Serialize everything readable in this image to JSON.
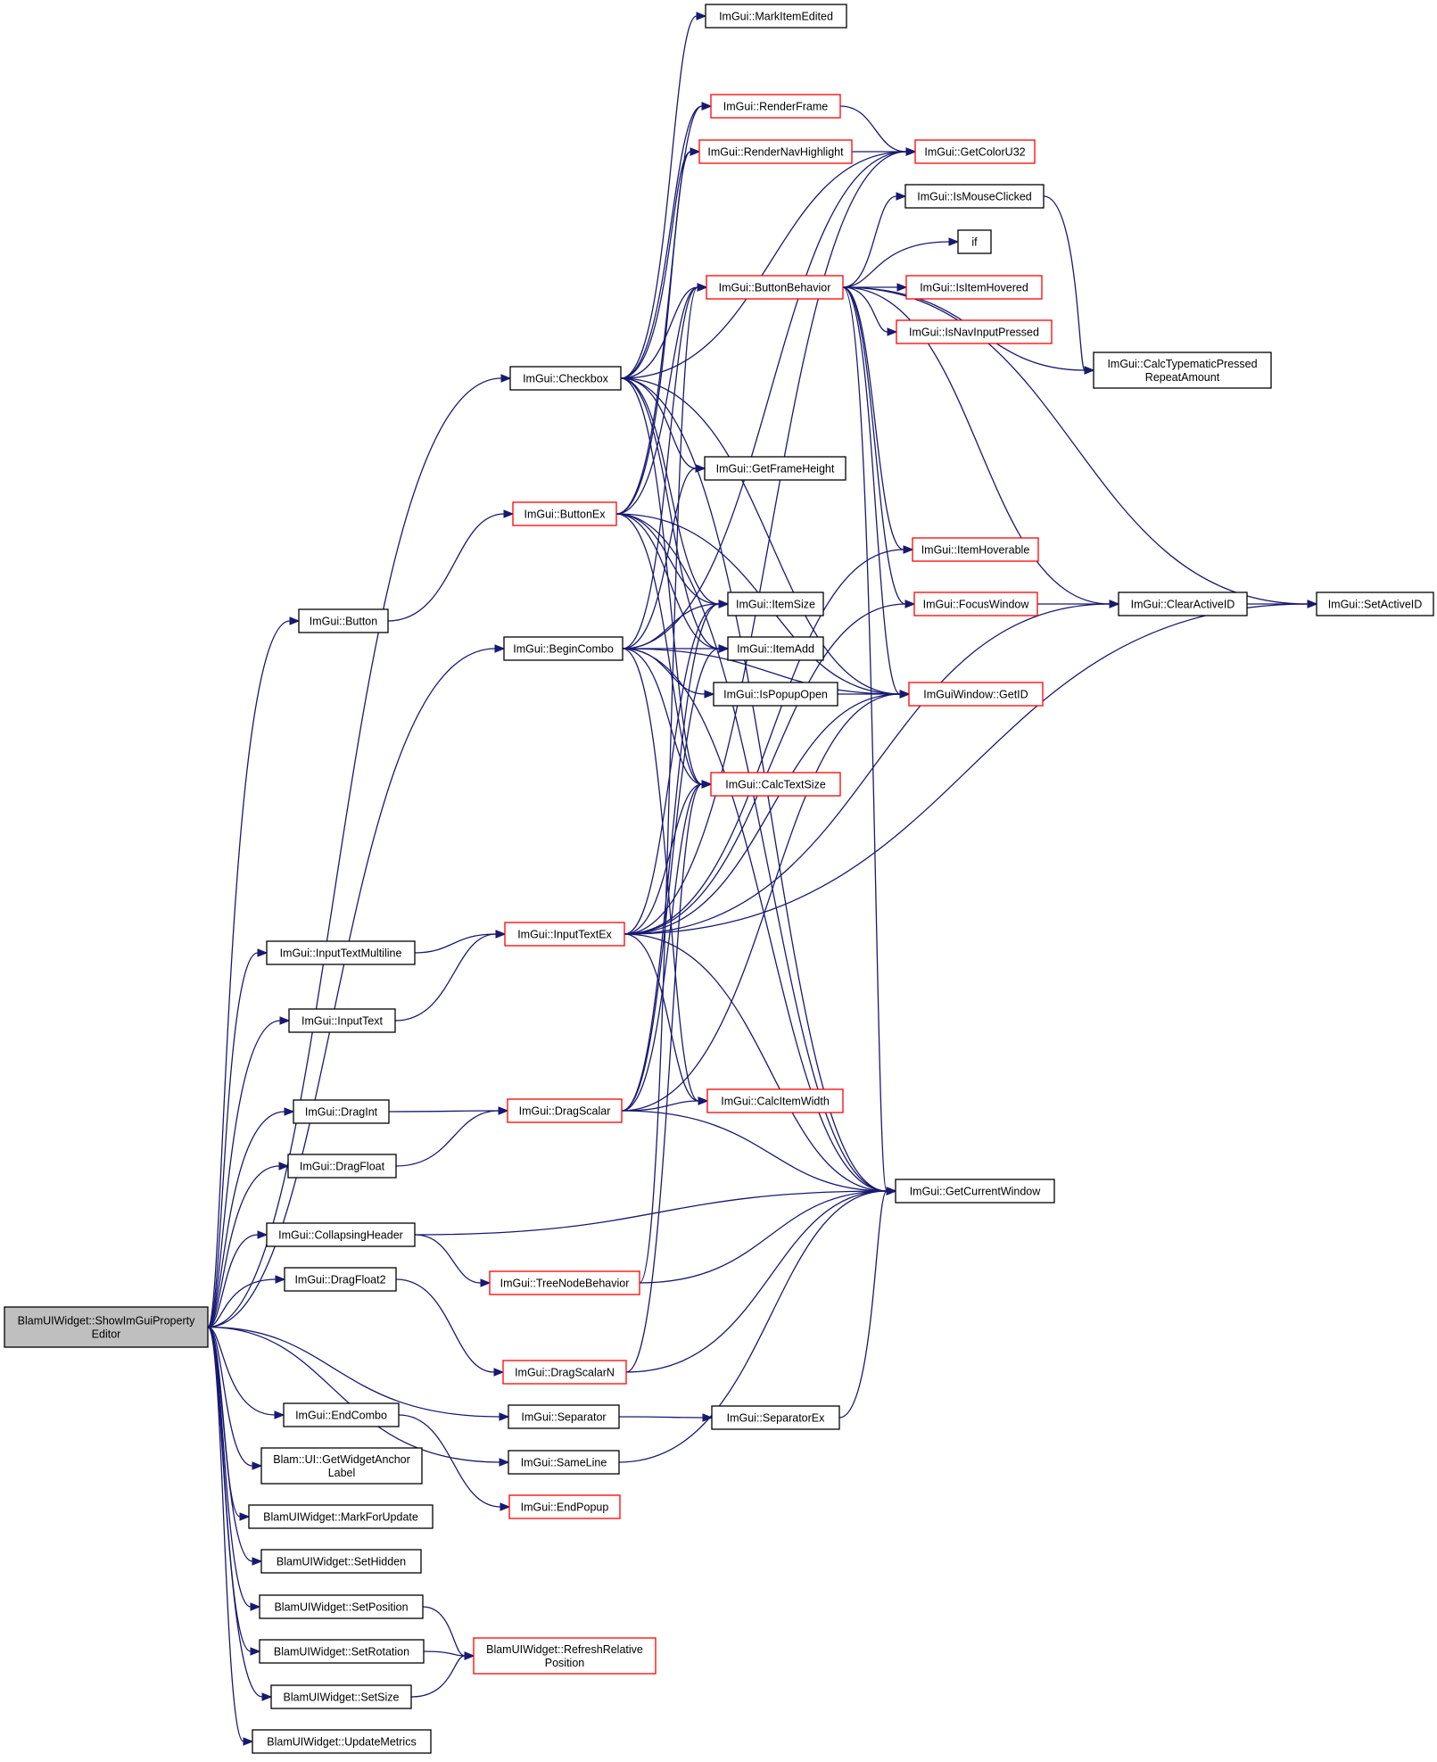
{
  "colors": {
    "edge": "#191970",
    "root_fill": "#bfbfbf",
    "node_fill": "#ffffff",
    "plain_border": "#000000",
    "expandable_border": "#ff0000"
  },
  "nodes": [
    {
      "id": "root",
      "lines": [
        "BlamUIWidget::ShowImGuiProperty",
        "Editor"
      ],
      "root": true
    },
    {
      "id": "checkbox",
      "lines": [
        "ImGui::Checkbox"
      ]
    },
    {
      "id": "button",
      "lines": [
        "ImGui::Button"
      ]
    },
    {
      "id": "begincombo",
      "lines": [
        "ImGui::BeginCombo"
      ]
    },
    {
      "id": "inputtextmultiline",
      "lines": [
        "ImGui::InputTextMultiline"
      ]
    },
    {
      "id": "inputtext",
      "lines": [
        "ImGui::InputText"
      ]
    },
    {
      "id": "dragint",
      "lines": [
        "ImGui::DragInt"
      ]
    },
    {
      "id": "dragfloat",
      "lines": [
        "ImGui::DragFloat"
      ]
    },
    {
      "id": "collapsingheader",
      "lines": [
        "ImGui::CollapsingHeader"
      ]
    },
    {
      "id": "dragfloat2",
      "lines": [
        "ImGui::DragFloat2"
      ]
    },
    {
      "id": "endcombo",
      "lines": [
        "ImGui::EndCombo"
      ]
    },
    {
      "id": "getwidgetanchorlabel",
      "lines": [
        "Blam::UI::GetWidgetAnchor",
        "Label"
      ]
    },
    {
      "id": "markforupdate",
      "lines": [
        "BlamUIWidget::MarkForUpdate"
      ]
    },
    {
      "id": "sethidden",
      "lines": [
        "BlamUIWidget::SetHidden"
      ]
    },
    {
      "id": "setposition",
      "lines": [
        "BlamUIWidget::SetPosition"
      ]
    },
    {
      "id": "setrotation",
      "lines": [
        "BlamUIWidget::SetRotation"
      ]
    },
    {
      "id": "setsize",
      "lines": [
        "BlamUIWidget::SetSize"
      ]
    },
    {
      "id": "updatemetrics",
      "lines": [
        "BlamUIWidget::UpdateMetrics"
      ]
    },
    {
      "id": "buttonex",
      "lines": [
        "ImGui::ButtonEx"
      ],
      "expandable": true
    },
    {
      "id": "inputtextex",
      "lines": [
        "ImGui::InputTextEx"
      ],
      "expandable": true
    },
    {
      "id": "dragscalar",
      "lines": [
        "ImGui::DragScalar"
      ],
      "expandable": true
    },
    {
      "id": "treenodebehavior",
      "lines": [
        "ImGui::TreeNodeBehavior"
      ],
      "expandable": true
    },
    {
      "id": "dragscalarn",
      "lines": [
        "ImGui::DragScalarN"
      ],
      "expandable": true
    },
    {
      "id": "separator",
      "lines": [
        "ImGui::Separator"
      ]
    },
    {
      "id": "sameline",
      "lines": [
        "ImGui::SameLine"
      ]
    },
    {
      "id": "endpopup",
      "lines": [
        "ImGui::EndPopup"
      ],
      "expandable": true
    },
    {
      "id": "refreshrelativeposition",
      "lines": [
        "BlamUIWidget::RefreshRelative",
        "Position"
      ],
      "expandable": true
    },
    {
      "id": "markitemedited",
      "lines": [
        "ImGui::MarkItemEdited"
      ]
    },
    {
      "id": "renderframe",
      "lines": [
        "ImGui::RenderFrame"
      ],
      "expandable": true
    },
    {
      "id": "rendernavhighlight",
      "lines": [
        "ImGui::RenderNavHighlight"
      ],
      "expandable": true
    },
    {
      "id": "buttonbehavior",
      "lines": [
        "ImGui::ButtonBehavior"
      ],
      "expandable": true
    },
    {
      "id": "getframeheight",
      "lines": [
        "ImGui::GetFrameHeight"
      ]
    },
    {
      "id": "itemsize",
      "lines": [
        "ImGui::ItemSize"
      ]
    },
    {
      "id": "itemadd",
      "lines": [
        "ImGui::ItemAdd"
      ]
    },
    {
      "id": "ispopupopen",
      "lines": [
        "ImGui::IsPopupOpen"
      ]
    },
    {
      "id": "calctextsize",
      "lines": [
        "ImGui::CalcTextSize"
      ],
      "expandable": true
    },
    {
      "id": "calcitemwidth",
      "lines": [
        "ImGui::CalcItemWidth"
      ],
      "expandable": true
    },
    {
      "id": "getcurrentwindow",
      "lines": [
        "ImGui::GetCurrentWindow"
      ]
    },
    {
      "id": "separatorex",
      "lines": [
        "ImGui::SeparatorEx"
      ]
    },
    {
      "id": "getcoloru32",
      "lines": [
        "ImGui::GetColorU32"
      ],
      "expandable": true
    },
    {
      "id": "ismouseclicked",
      "lines": [
        "ImGui::IsMouseClicked"
      ]
    },
    {
      "id": "if",
      "lines": [
        "if"
      ]
    },
    {
      "id": "isitemhovered",
      "lines": [
        "ImGui::IsItemHovered"
      ],
      "expandable": true
    },
    {
      "id": "isnavinputpressed",
      "lines": [
        "ImGui::IsNavInputPressed"
      ],
      "expandable": true
    },
    {
      "id": "itemhoverable",
      "lines": [
        "ImGui::ItemHoverable"
      ],
      "expandable": true
    },
    {
      "id": "focuswindow",
      "lines": [
        "ImGui::FocusWindow"
      ],
      "expandable": true
    },
    {
      "id": "imguiwindowgetid",
      "lines": [
        "ImGuiWindow::GetID"
      ],
      "expandable": true
    },
    {
      "id": "calctypematicpressedrepeatamount",
      "lines": [
        "ImGui::CalcTypematicPressed",
        "RepeatAmount"
      ]
    },
    {
      "id": "clearactiveid",
      "lines": [
        "ImGui::ClearActiveID"
      ]
    },
    {
      "id": "setactiveid",
      "lines": [
        "ImGui::SetActiveID"
      ]
    }
  ],
  "edges": [
    [
      "root",
      "checkbox"
    ],
    [
      "root",
      "button"
    ],
    [
      "root",
      "begincombo"
    ],
    [
      "root",
      "inputtextmultiline"
    ],
    [
      "root",
      "inputtext"
    ],
    [
      "root",
      "dragint"
    ],
    [
      "root",
      "dragfloat"
    ],
    [
      "root",
      "collapsingheader"
    ],
    [
      "root",
      "dragfloat2"
    ],
    [
      "root",
      "endcombo"
    ],
    [
      "root",
      "getwidgetanchorlabel"
    ],
    [
      "root",
      "markforupdate"
    ],
    [
      "root",
      "sethidden"
    ],
    [
      "root",
      "setposition"
    ],
    [
      "root",
      "setrotation"
    ],
    [
      "root",
      "setsize"
    ],
    [
      "root",
      "updatemetrics"
    ],
    [
      "root",
      "separator"
    ],
    [
      "root",
      "sameline"
    ],
    [
      "button",
      "buttonex"
    ],
    [
      "inputtextmultiline",
      "inputtextex"
    ],
    [
      "inputtext",
      "inputtextex"
    ],
    [
      "dragint",
      "dragscalar"
    ],
    [
      "dragfloat",
      "dragscalar"
    ],
    [
      "collapsingheader",
      "treenodebehavior"
    ],
    [
      "collapsingheader",
      "getcurrentwindow"
    ],
    [
      "dragfloat2",
      "dragscalarn"
    ],
    [
      "endcombo",
      "endpopup"
    ],
    [
      "setposition",
      "refreshrelativeposition"
    ],
    [
      "setrotation",
      "refreshrelativeposition"
    ],
    [
      "setsize",
      "refreshrelativeposition"
    ],
    [
      "separator",
      "separatorex"
    ],
    [
      "sameline",
      "getcurrentwindow"
    ],
    [
      "separatorex",
      "getcurrentwindow"
    ],
    [
      "checkbox",
      "markitemedited"
    ],
    [
      "checkbox",
      "renderframe"
    ],
    [
      "checkbox",
      "rendernavhighlight"
    ],
    [
      "checkbox",
      "getcoloru32"
    ],
    [
      "checkbox",
      "buttonbehavior"
    ],
    [
      "checkbox",
      "getframeheight"
    ],
    [
      "checkbox",
      "itemsize"
    ],
    [
      "checkbox",
      "itemadd"
    ],
    [
      "checkbox",
      "calctextsize"
    ],
    [
      "checkbox",
      "getcurrentwindow"
    ],
    [
      "checkbox",
      "imguiwindowgetid"
    ],
    [
      "buttonex",
      "renderframe"
    ],
    [
      "buttonex",
      "rendernavhighlight"
    ],
    [
      "buttonex",
      "buttonbehavior"
    ],
    [
      "buttonex",
      "itemsize"
    ],
    [
      "buttonex",
      "itemadd"
    ],
    [
      "buttonex",
      "calctextsize"
    ],
    [
      "buttonex",
      "getcurrentwindow"
    ],
    [
      "buttonex",
      "imguiwindowgetid"
    ],
    [
      "begincombo",
      "getcoloru32"
    ],
    [
      "begincombo",
      "buttonbehavior"
    ],
    [
      "begincombo",
      "getframeheight"
    ],
    [
      "begincombo",
      "itemsize"
    ],
    [
      "begincombo",
      "itemadd"
    ],
    [
      "begincombo",
      "ispopupopen"
    ],
    [
      "begincombo",
      "calctextsize"
    ],
    [
      "begincombo",
      "calcitemwidth"
    ],
    [
      "begincombo",
      "getcurrentwindow"
    ],
    [
      "begincombo",
      "imguiwindowgetid"
    ],
    [
      "inputtextex",
      "itemsize"
    ],
    [
      "inputtextex",
      "calctextsize"
    ],
    [
      "inputtextex",
      "calcitemwidth"
    ],
    [
      "inputtextex",
      "getcurrentwindow"
    ],
    [
      "inputtextex",
      "imguiwindowgetid"
    ],
    [
      "inputtextex",
      "itemhoverable"
    ],
    [
      "inputtextex",
      "focuswindow"
    ],
    [
      "inputtextex",
      "setactiveid"
    ],
    [
      "inputtextex",
      "clearactiveid"
    ],
    [
      "inputtextex",
      "getcoloru32"
    ],
    [
      "dragscalar",
      "itemsize"
    ],
    [
      "dragscalar",
      "itemadd"
    ],
    [
      "dragscalar",
      "calcitemwidth"
    ],
    [
      "dragscalar",
      "getcurrentwindow"
    ],
    [
      "dragscalar",
      "imguiwindowgetid"
    ],
    [
      "dragscalar",
      "calctextsize"
    ],
    [
      "treenodebehavior",
      "getcurrentwindow"
    ],
    [
      "treenodebehavior",
      "buttonbehavior"
    ],
    [
      "dragscalarn",
      "getcurrentwindow"
    ],
    [
      "dragscalarn",
      "calctextsize"
    ],
    [
      "renderframe",
      "getcoloru32"
    ],
    [
      "rendernavhighlight",
      "getcoloru32"
    ],
    [
      "buttonbehavior",
      "ismouseclicked"
    ],
    [
      "buttonbehavior",
      "if"
    ],
    [
      "buttonbehavior",
      "isitemhovered"
    ],
    [
      "buttonbehavior",
      "isnavinputpressed"
    ],
    [
      "buttonbehavior",
      "calctypematicpressedrepeatamount"
    ],
    [
      "buttonbehavior",
      "itemhoverable"
    ],
    [
      "buttonbehavior",
      "focuswindow"
    ],
    [
      "buttonbehavior",
      "clearactiveid"
    ],
    [
      "buttonbehavior",
      "setactiveid"
    ],
    [
      "buttonbehavior",
      "getcurrentwindow"
    ],
    [
      "buttonbehavior",
      "imguiwindowgetid"
    ],
    [
      "ismouseclicked",
      "calctypematicpressedrepeatamount"
    ],
    [
      "ispopupopen",
      "imguiwindowgetid"
    ],
    [
      "focuswindow",
      "clearactiveid"
    ],
    [
      "clearactiveid",
      "setactiveid"
    ]
  ]
}
